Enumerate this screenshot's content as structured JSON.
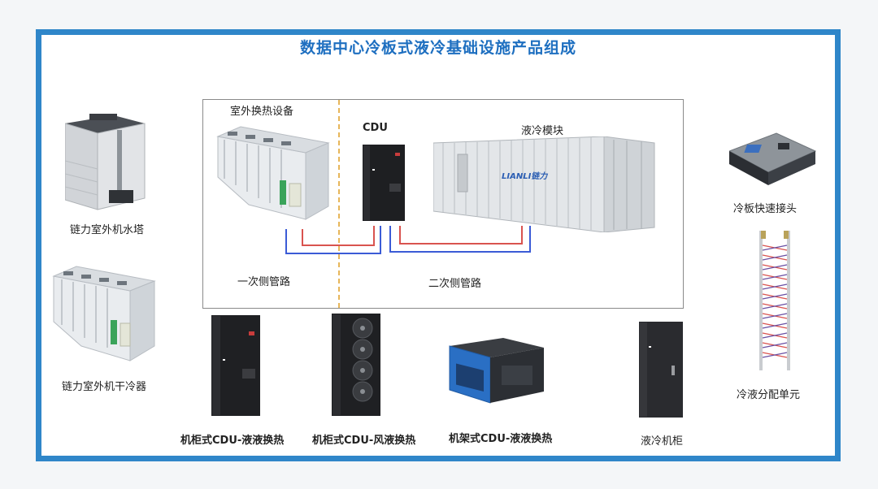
{
  "title": "数据中心冷板式液冷基础设施产品组成",
  "inner": {
    "outdoor_label": "室外换热设备",
    "cdu_label": "CDU",
    "module_label": "液冷模块",
    "primary_label": "一次侧管路",
    "secondary_label": "二次侧管路",
    "container_brand": "LIANLI链力"
  },
  "left_items": [
    {
      "label": "链力室外机水塔"
    },
    {
      "label": "链力室外机干冷器"
    }
  ],
  "right_items": [
    {
      "label": "冷板快速接头"
    },
    {
      "label": "冷液分配单元"
    }
  ],
  "bottom_items": [
    {
      "label": "机柜式CDU-液液换热"
    },
    {
      "label": "机柜式CDU-风液换热"
    },
    {
      "label": "机架式CDU-液液换热"
    },
    {
      "label": "液冷机柜"
    }
  ],
  "colors": {
    "frame": "#2f86c9",
    "title": "#1e6fc0",
    "pipe_red": "#d9534f",
    "pipe_blue": "#3b5bd6",
    "divider": "#e7b65a"
  }
}
